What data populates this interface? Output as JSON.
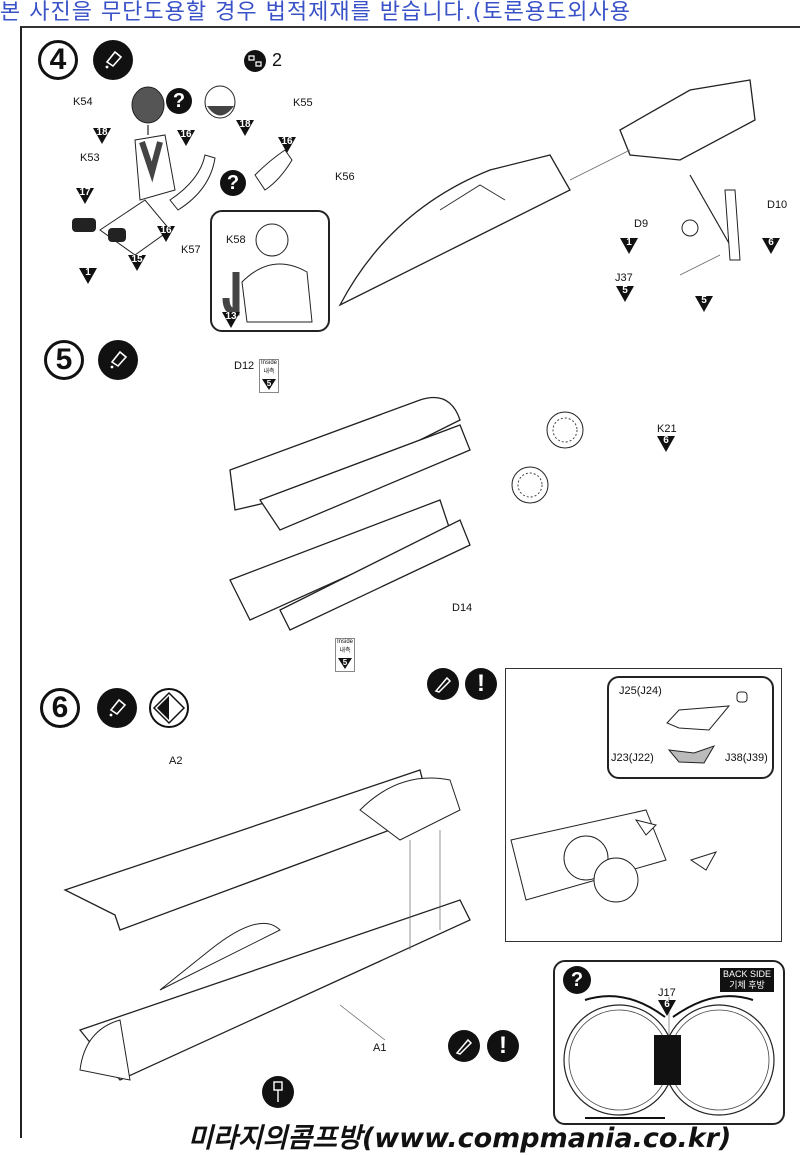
{
  "banner": {
    "text": "본 사진을 무단도용할 경우 법적제재를 받습니다.(토론용도외사용"
  },
  "footer": {
    "text": "미라지의콤프방(www.compmania.co.kr)"
  },
  "steps": [
    {
      "number": "4",
      "icons": [
        "glue-icon"
      ],
      "quantity_badge": {
        "icon": "repeat-icon",
        "count": "2"
      },
      "labels": {
        "k54": "K54",
        "k55": "K55",
        "k53": "K53",
        "k56": "K56",
        "k57": "K57",
        "k58": "K58",
        "d9": "D9",
        "d10": "D10",
        "j37": "J37"
      },
      "color_codes": {
        "k54": "18",
        "k55": "18",
        "k53_top": "16",
        "k56": "16",
        "k53_leg": "17",
        "k57": "16",
        "legs": "15",
        "boots": "1",
        "k58": "13",
        "d9": "1",
        "d10": "6",
        "j37": "5",
        "strut": "5"
      },
      "choice_marks": [
        "?",
        "?"
      ]
    },
    {
      "number": "5",
      "icons": [
        "glue-icon"
      ],
      "labels": {
        "d12": "D12",
        "k21": "K21",
        "d14": "D14"
      },
      "inside_tag": {
        "en": "Inside",
        "ko": "내측",
        "code": "5"
      },
      "inside_tag_2": {
        "en": "Inside",
        "ko": "내측",
        "code": "5"
      },
      "color_codes": {
        "k21": "6"
      }
    },
    {
      "number": "6",
      "icons": [
        "glue-icon",
        "symmetric-icon"
      ],
      "labels": {
        "a2": "A2",
        "a1": "A1",
        "j25": "J25(J24)",
        "j23": "J23(J22)",
        "j38": "J38(J39)",
        "j17": "J17"
      },
      "detail_icons": [
        "cut-icon",
        "caution-icon"
      ],
      "bottom_icons": [
        "cut-icon",
        "caution-icon",
        "drill-icon"
      ],
      "back_side": {
        "en": "BACK SIDE",
        "ko": "기체 후방"
      },
      "color_codes": {
        "j17": "6"
      },
      "choice_mark": "?"
    }
  ]
}
